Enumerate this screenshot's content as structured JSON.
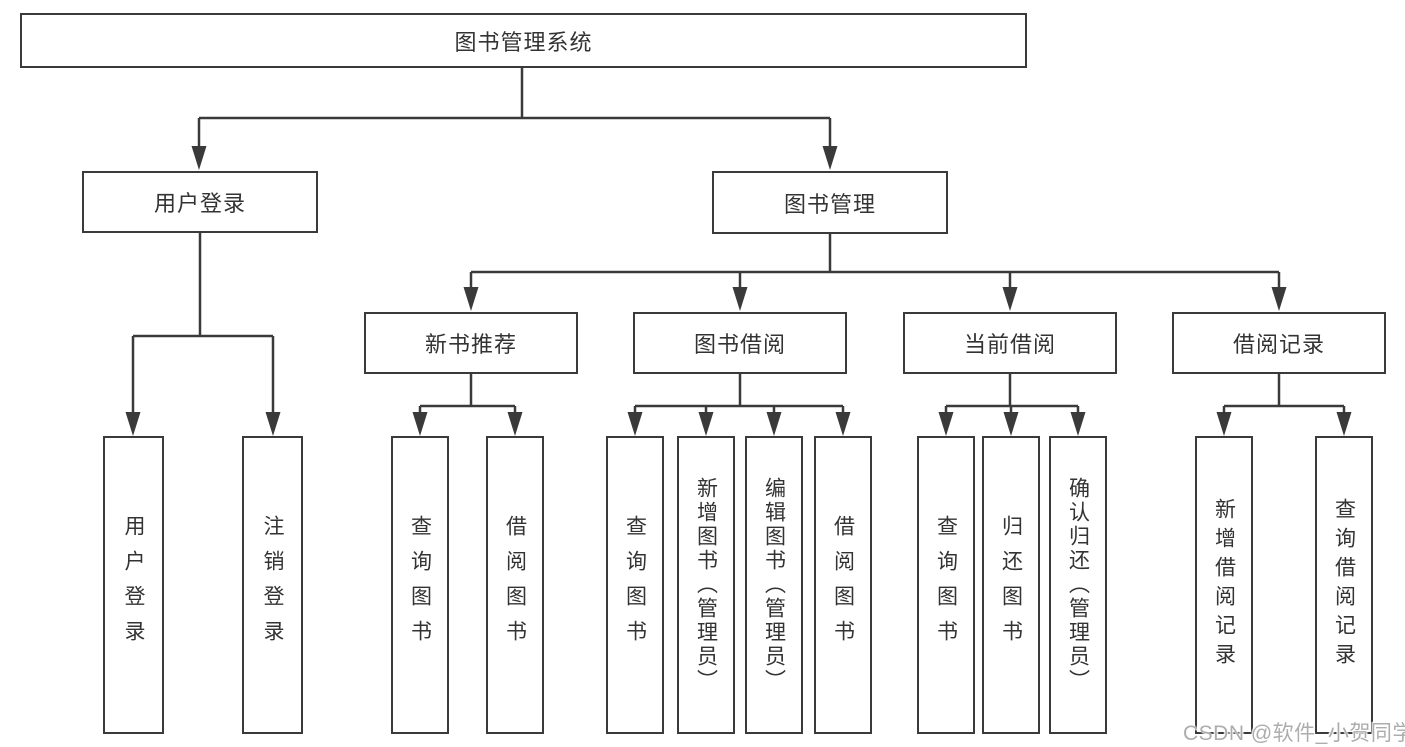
{
  "diagram": {
    "root": {
      "label": "图书管理系统"
    },
    "branches": [
      {
        "label": "用户登录",
        "children": [
          {
            "label": "用户登录"
          },
          {
            "label": "注销登录"
          }
        ]
      },
      {
        "label": "图书管理",
        "children": [
          {
            "label": "新书推荐",
            "children": [
              {
                "label": "查询图书"
              },
              {
                "label": "借阅图书"
              }
            ]
          },
          {
            "label": "图书借阅",
            "children": [
              {
                "label": "查询图书"
              },
              {
                "label": "新增图书（管理员）"
              },
              {
                "label": "编辑图书（管理员）"
              },
              {
                "label": "借阅图书"
              }
            ]
          },
          {
            "label": "当前借阅",
            "children": [
              {
                "label": "查询图书"
              },
              {
                "label": "归还图书"
              },
              {
                "label": "确认归还（管理员）"
              }
            ]
          },
          {
            "label": "借阅记录",
            "children": [
              {
                "label": "新增借阅记录"
              },
              {
                "label": "查询借阅记录"
              }
            ]
          }
        ]
      }
    ]
  },
  "watermark": {
    "text": "CSDN @软件_小贺同学"
  },
  "colors": {
    "line": "#3a3a3a",
    "box_border": "#3a3a3a",
    "box_background": "#ffffff",
    "text": "#333333",
    "watermark": "#adadad",
    "background": "#ffffff"
  }
}
